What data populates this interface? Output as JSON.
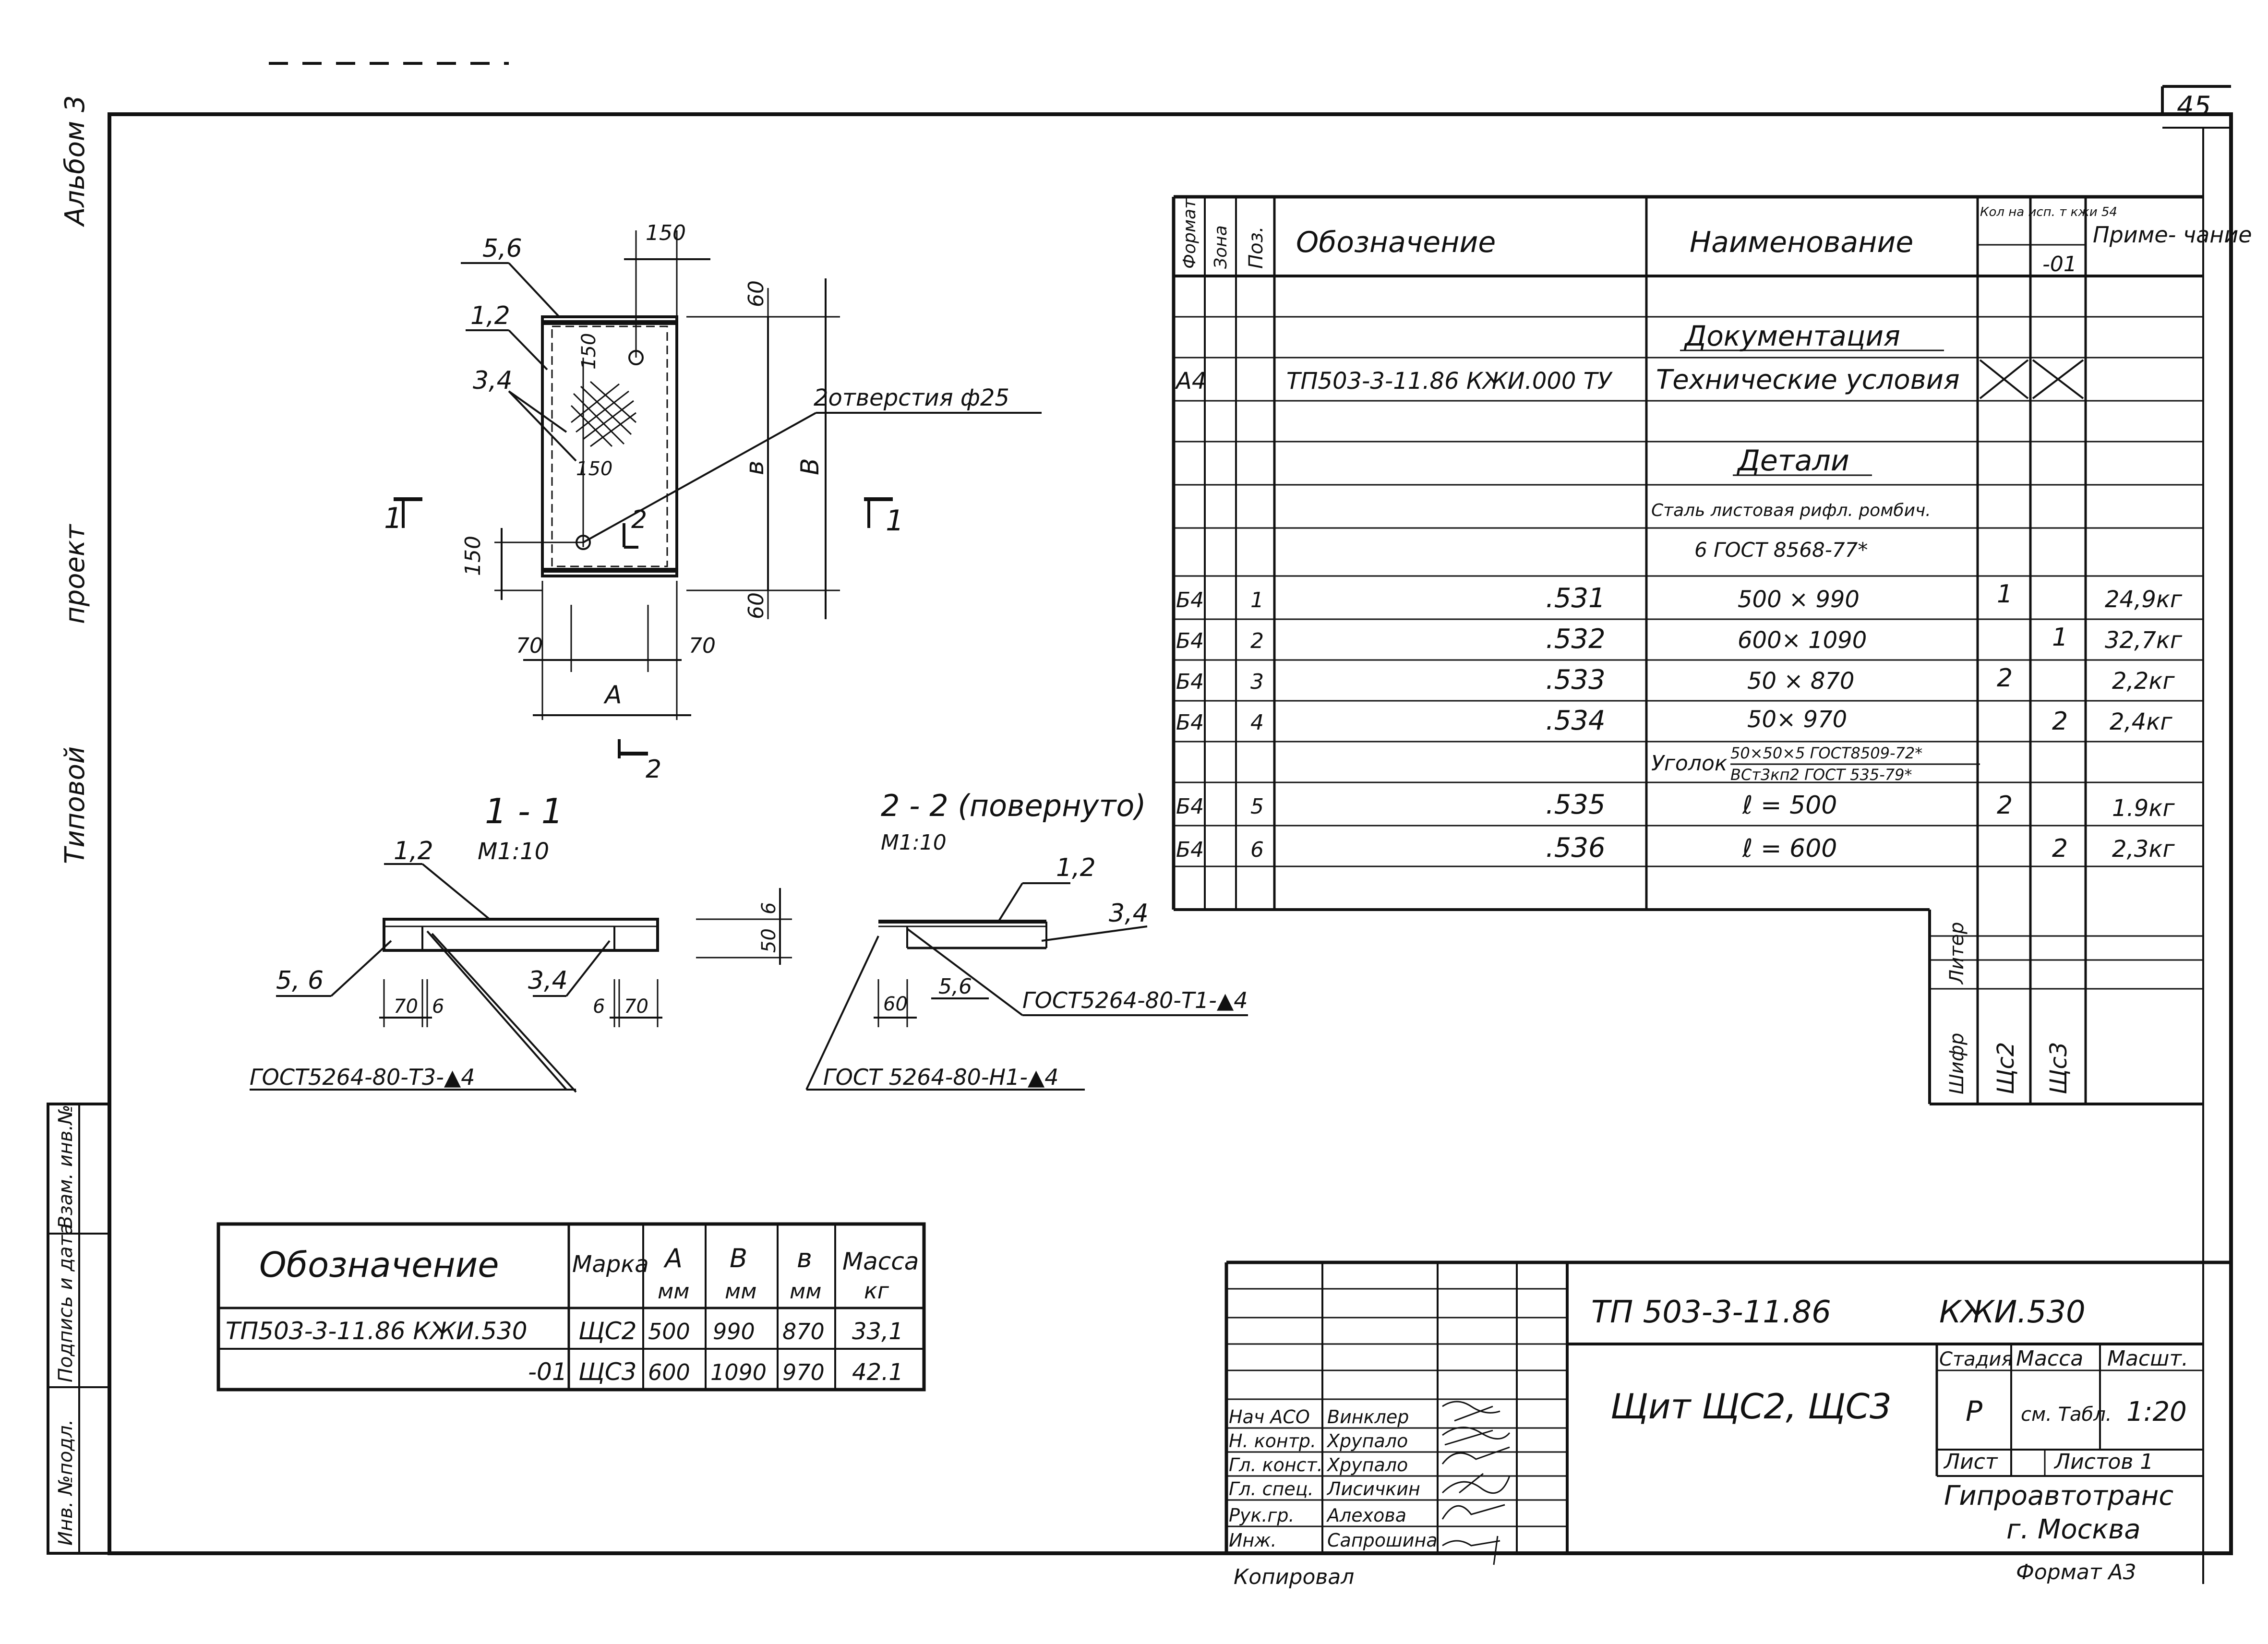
{
  "page_number": "45",
  "margin_left": {
    "album": "Альбом 3",
    "project": "проект",
    "typical": "Типовой"
  },
  "stamp_left": {
    "inv_orig": "Инв. №подл.",
    "sign_date": "Подпись и дата",
    "replace_inv": "Взам. инв.№"
  },
  "drawing_labels": {
    "pos_56": "5,6",
    "pos_12": "1,2",
    "pos_34": "3,4",
    "dim_150_top": "150",
    "dim_150_a": "150",
    "dim_150_b": "150",
    "dim_150_left": "150",
    "dim_60_top": "60",
    "dim_60_bot": "60",
    "dim_b_small": "в",
    "dim_B": "B",
    "holes": "2отверстия ф25",
    "sec_mark_1_left": "1",
    "sec_mark_1_right": "1",
    "sec_mark_2_mid": "2",
    "sec_mark_2_bot": "2",
    "dim_70_l": "70",
    "dim_70_r": "70",
    "dim_A": "A"
  },
  "section_1": {
    "title": "1 - 1",
    "scale": "М1:10",
    "pos_12": "1,2",
    "pos_56": "5, 6",
    "pos_34": "3,4",
    "dim_70_a": "70",
    "dim_6_a": "6",
    "dim_6_b": "6",
    "dim_70_b": "70",
    "weld": "ГОСТ5264-80-Т3-▲4"
  },
  "mid_dims": {
    "d6": "6",
    "d50": "50"
  },
  "section_2": {
    "title": "2 - 2 (повернуто)",
    "scale": "М1:10",
    "pos_12": "1,2",
    "pos_34": "3,4",
    "dim_60": "60",
    "pos_56": "5,6",
    "weld_t1": "ГОСТ5264-80-Т1-▲4",
    "weld_n1": "ГОСТ 5264-80-Н1-▲4"
  },
  "spec": {
    "headers": {
      "format": "Формат",
      "zone": "Зона",
      "pos": "Поз.",
      "designation": "Обозначение",
      "name": "Наименование",
      "qty": "Кол на исп. т  кжи 54",
      "var": "-01",
      "note": "Приме- чание"
    },
    "section_docs": "Документация",
    "doc_row": {
      "format": "А4",
      "designation": "ТП503-3-11.86  КЖИ.000 ТУ",
      "name": "Технические условия"
    },
    "section_parts": "Детали",
    "material_1": "Сталь листовая рифл. ромбич.",
    "material_2": "6 ГОСТ 8568-77*",
    "rows": [
      {
        "format": "Б4",
        "pos": "1",
        "des": ".531",
        "name": "500 × 990",
        "q1": "1",
        "q2": "",
        "note": "24,9кг"
      },
      {
        "format": "Б4",
        "pos": "2",
        "des": ".532",
        "name": "600× 1090",
        "q1": "",
        "q2": "1",
        "note": "32,7кг"
      },
      {
        "format": "Б4",
        "pos": "3",
        "des": ".533",
        "name": "50 × 870",
        "q1": "2",
        "q2": "",
        "note": "2,2кг"
      },
      {
        "format": "Б4",
        "pos": "4",
        "des": ".534",
        "name": "50× 970",
        "q1": "",
        "q2": "2",
        "note": "2,4кг"
      }
    ],
    "angle_label": "Уголок",
    "angle_top": "50×50×5 ГОСТ8509-72*",
    "angle_bot": "ВСт3кп2 ГОСТ 535-79*",
    "rows2": [
      {
        "format": "Б4",
        "pos": "5",
        "des": ".535",
        "name": "ℓ = 500",
        "q1": "2",
        "q2": "",
        "note": "1.9кг"
      },
      {
        "format": "Б4",
        "pos": "6",
        "des": ".536",
        "name": "ℓ = 600",
        "q1": "",
        "q2": "2",
        "note": "2,3кг"
      }
    ],
    "liter": "Литер",
    "shifr": "Шифр",
    "shc2": "Щс2",
    "shc3": "Щс3"
  },
  "variants": {
    "headers": {
      "des": "Обозначение",
      "mark": "Марка",
      "A": "A",
      "B": "B",
      "b": "в",
      "mass": "Масса",
      "mm": "мм",
      "kg": "кг"
    },
    "rows": [
      {
        "des": "ТП503-3-11.86 КЖИ.530",
        "mark": "ЩС2",
        "A": "500",
        "B": "990",
        "b": "870",
        "mass": "33,1"
      },
      {
        "des": "-01",
        "mark": "ЩС3",
        "A": "600",
        "B": "1090",
        "b": "970",
        "mass": "42.1"
      }
    ]
  },
  "title_block": {
    "doc_code": "ТП 503-3-11.86",
    "doc_num": "КЖИ.530",
    "title": "Щит ЩС2, ЩС3",
    "stage_h": "Стадия",
    "mass_h": "Масса",
    "scale_h": "Масшт.",
    "stage": "Р",
    "mass": "см. Табл.",
    "scale": "1:20",
    "sheet_h": "Лист",
    "sheets_h": "Листов 1",
    "org": "Гипроавтотранс",
    "city": "г. Москва",
    "roles": [
      "Нач АСО",
      "Н. контр.",
      "Гл. конст.",
      "Гл. спец.",
      "Рук.гр.",
      "Инж."
    ],
    "names": [
      "Винклер",
      "Хрупало",
      "Хрупало",
      "Лисичкин",
      "Алехова",
      "Сапрошина"
    ],
    "copied": "Копировал",
    "format": "Формат А3"
  }
}
